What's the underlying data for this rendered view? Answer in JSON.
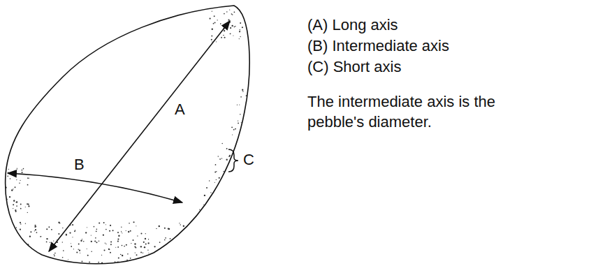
{
  "diagram": {
    "labels": [
      "A",
      "B",
      "C",
      "(A) Long axis",
      "(B) Intermediate axis",
      "(C) Short axis",
      "The intermediate axis is the pebble's diameter."
    ]
  }
}
